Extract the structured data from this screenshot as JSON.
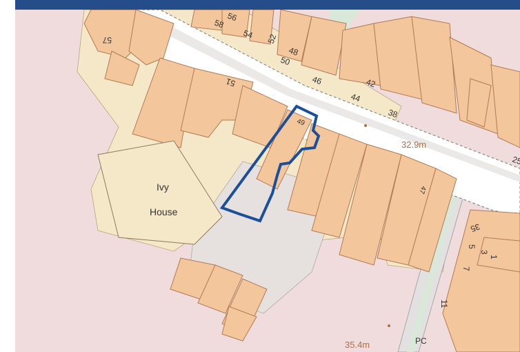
{
  "map": {
    "colors": {
      "background": "#f0dcdc",
      "building": "#f4c69b",
      "building_stroke": "#b07a55",
      "yard": "#f5e8c8",
      "paved": "#e6e1df",
      "road": "#ffffff",
      "road_edge": "#8a8a8a",
      "footpath": "#d9e8d9",
      "site_outline": "#1a4f9c",
      "label": "#333333",
      "height_label": "#b07040"
    },
    "place_name": {
      "line1": "Ivy",
      "line2": "House"
    },
    "house_numbers": [
      "57",
      "56",
      "58",
      "54",
      "52",
      "48",
      "50",
      "46",
      "42",
      "44",
      "38",
      "51",
      "49",
      "47",
      "25",
      "35",
      "5",
      "3",
      "1",
      "7",
      "11"
    ],
    "spot_heights": [
      "32.9m",
      "35.4m"
    ],
    "feature_labels": [
      "PC"
    ]
  }
}
